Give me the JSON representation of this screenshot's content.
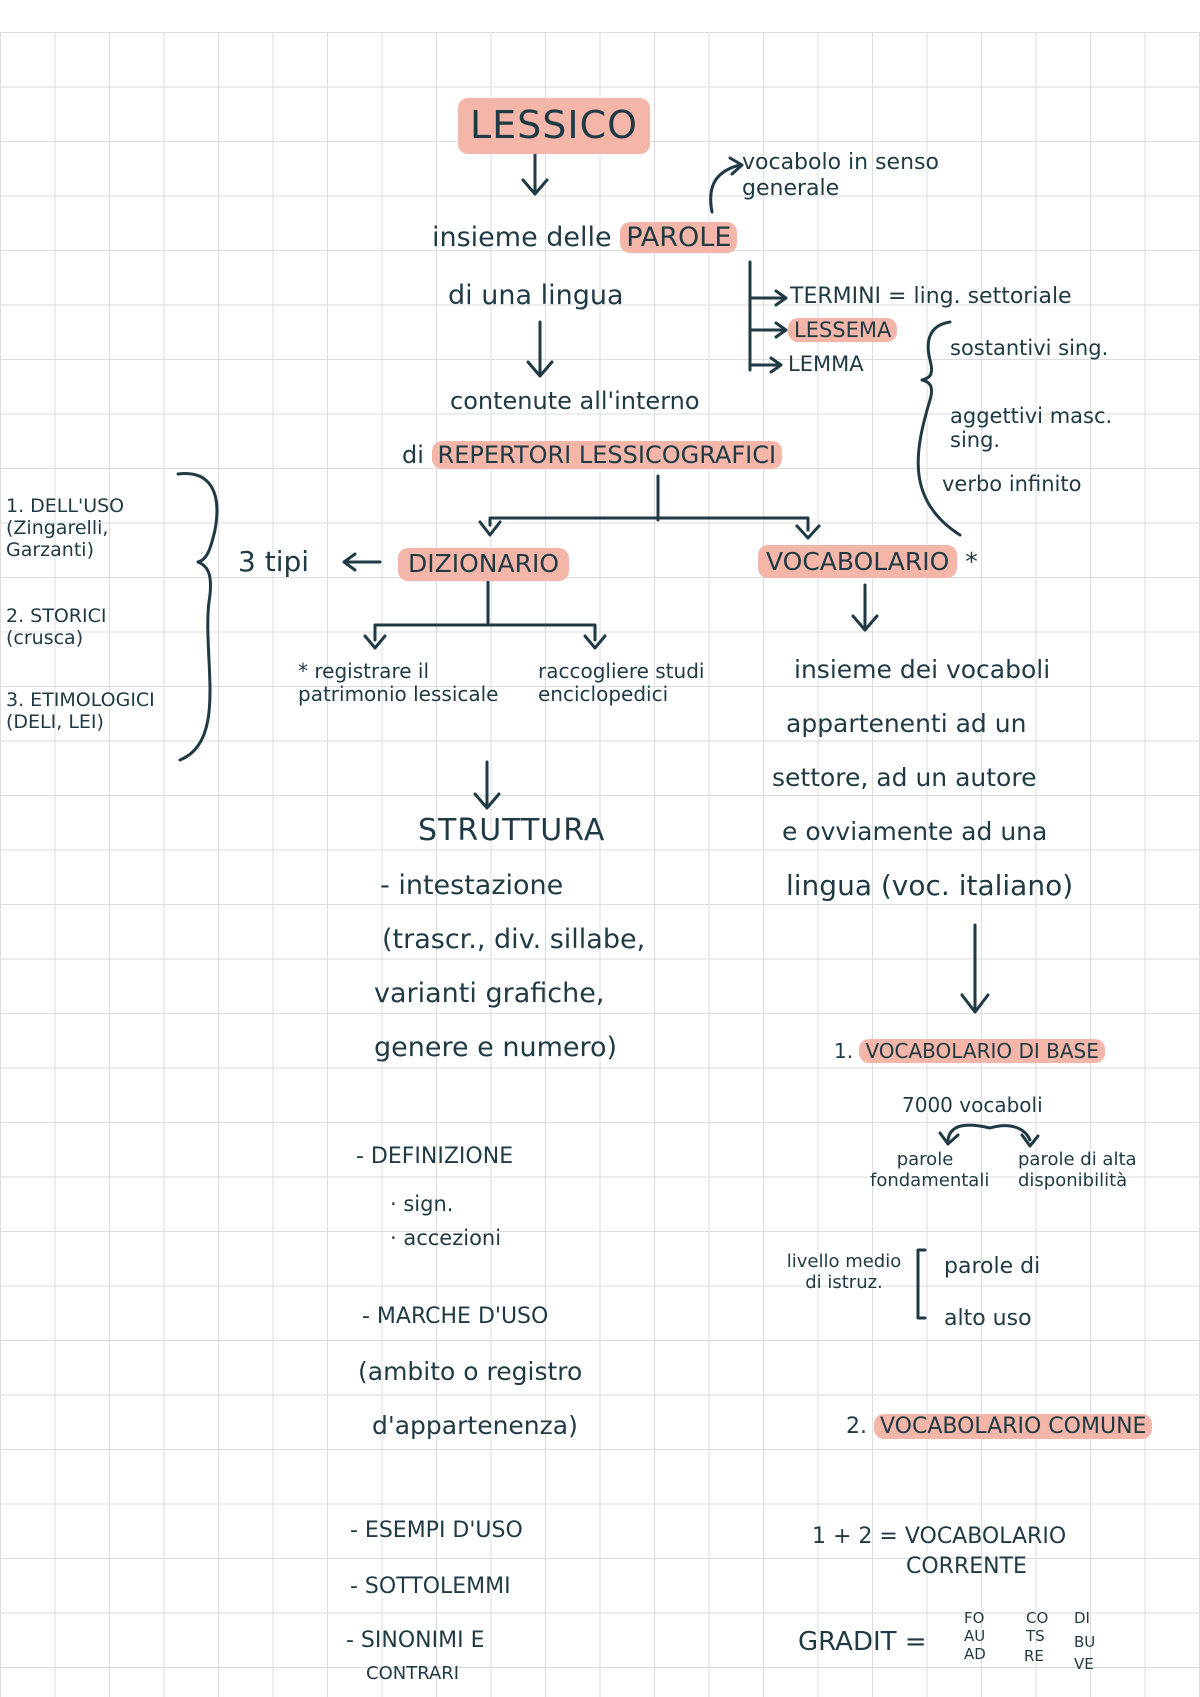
{
  "root": "LESSICO",
  "definition": {
    "line1_prefix": "insieme delle",
    "line1_highlight": "PAROLE",
    "line2": "di una lingua",
    "parole_note": "vocabolo in senso generale"
  },
  "parole_types": [
    "TERMINI",
    "LESSEMA",
    "LEMMA"
  ],
  "termini_note": "= ling. settoriale",
  "lemma_forms": [
    "sostantivi sing.",
    "aggettivi masc. sing.",
    "verbo infinito"
  ],
  "contained": {
    "line1": "contenute all'interno",
    "line2_prefix": "di",
    "line2_highlight": "REPERTORI LESSICOGRAFICI"
  },
  "dizionario": {
    "label": "DIZIONARIO",
    "tipi_label": "3 tipi",
    "tipi": [
      "1. DELL'USO (Zingarelli, Garzanti)",
      "2. STORICI (crusca)",
      "3. ETIMOLOGICI (DELI, LEI)"
    ],
    "branch_left": "* registrare il patrimonio lessicale",
    "branch_right": "raccogliere studi enciclopedici",
    "struttura_title": "STRUTTURA",
    "struttura_items": [
      "- intestazione",
      "(trascr., div. sillabe,",
      "varianti grafiche,",
      "genere e numero)",
      "- DEFINIZIONE",
      "· sign.",
      "· accezioni",
      "- MARCHE D'USO",
      "(ambito o registro",
      "d'appartenenza)",
      "- ESEMPI D'USO",
      "- SOTTOLEMMI",
      "- SINONIMI E",
      "CONTRARI"
    ]
  },
  "vocabolario": {
    "label": "VOCABOLARIO",
    "asterisk": "*",
    "description": [
      "insieme dei vocaboli",
      "appartenenti ad un",
      "settore, ad un autore",
      "e ovviamente ad una",
      "lingua (voc. italiano)"
    ],
    "base_prefix": "1.",
    "base_highlight": "VOCABOLARIO DI BASE",
    "base_count": "7000 vocaboli",
    "base_left": "parole fondamentali",
    "base_right": "parole di alta disponibilità",
    "livello": "livello medio di istruz.",
    "alto_uso": [
      "parole di",
      "alto uso"
    ],
    "comune_prefix": "2.",
    "comune_highlight": "VOCABOLARIO COMUNE",
    "corrente": [
      "1 + 2 = VOCABOLARIO",
      "CORRENTE"
    ],
    "gradit_label": "GRADIT =",
    "gradit_codes": [
      "FO",
      "CO",
      "DI",
      "AU",
      "TS",
      "BU",
      "AD",
      "RE",
      "VE"
    ]
  }
}
